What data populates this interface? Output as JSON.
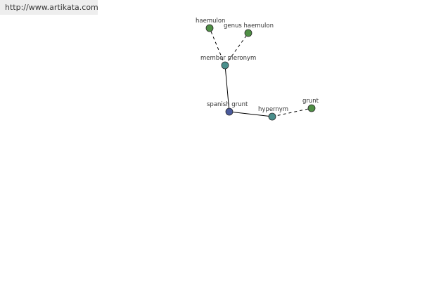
{
  "source": {
    "url_text": "http://www.artikata.com"
  },
  "colors": {
    "focus_node": "#4a5a9c",
    "relation_node": "#4a8f8c",
    "leaf_node": "#4f8f45",
    "edge": "#000000",
    "label": "#333333"
  },
  "graph": {
    "nodes": [
      {
        "id": "spanish-grunt",
        "label": "spanish grunt",
        "kind": "focus"
      },
      {
        "id": "member-meronym",
        "label": "member meronym",
        "kind": "relation"
      },
      {
        "id": "hypernym",
        "label": "hypernym",
        "kind": "relation"
      },
      {
        "id": "haemulon",
        "label": "haemulon",
        "kind": "leaf"
      },
      {
        "id": "genus-haemulon",
        "label": "genus haemulon",
        "kind": "leaf"
      },
      {
        "id": "grunt",
        "label": "grunt",
        "kind": "leaf"
      }
    ],
    "edges": [
      {
        "from": "spanish-grunt",
        "to": "member-meronym",
        "style": "solid"
      },
      {
        "from": "spanish-grunt",
        "to": "hypernym",
        "style": "solid"
      },
      {
        "from": "member-meronym",
        "to": "haemulon",
        "style": "dashed"
      },
      {
        "from": "member-meronym",
        "to": "genus-haemulon",
        "style": "dashed"
      },
      {
        "from": "hypernym",
        "to": "grunt",
        "style": "dashed"
      }
    ]
  }
}
